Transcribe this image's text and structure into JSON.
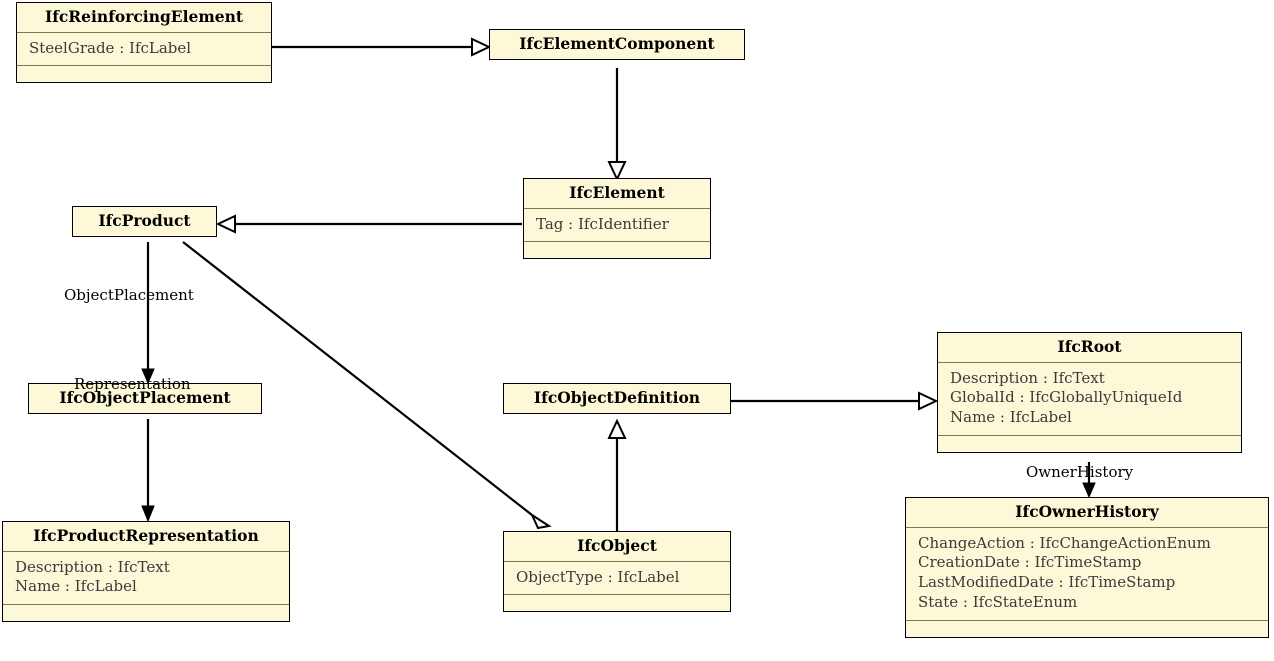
{
  "diagram": {
    "title": "IFC UML Class Diagram",
    "type": "uml-class-diagram",
    "palette": {
      "class_fill": "#fdf9d8",
      "class_border": "#000000",
      "compartment_divider": "#7d7a50",
      "edge_stroke": "#000000",
      "background": "#ffffff",
      "attribute_text": "#3a3a3a"
    }
  },
  "classes": [
    {
      "id": "IfcReinforcingElement",
      "name": "IfcReinforcingElement",
      "attributes": [
        "SteelGrade : IfcLabel"
      ],
      "operations": [],
      "has_ops_compartment": true
    },
    {
      "id": "IfcElementComponent",
      "name": "IfcElementComponent",
      "attributes": [],
      "operations": [],
      "has_ops_compartment": false
    },
    {
      "id": "IfcElement",
      "name": "IfcElement",
      "attributes": [
        "Tag : IfcIdentifier"
      ],
      "operations": [],
      "has_ops_compartment": true
    },
    {
      "id": "IfcProduct",
      "name": "IfcProduct",
      "attributes": [],
      "operations": [],
      "has_ops_compartment": false
    },
    {
      "id": "IfcObjectPlacement",
      "name": "IfcObjectPlacement",
      "attributes": [],
      "operations": [],
      "has_ops_compartment": false
    },
    {
      "id": "IfcProductRepresentation",
      "name": "IfcProductRepresentation",
      "attributes": [
        "Description : IfcText",
        "Name : IfcLabel"
      ],
      "operations": [],
      "has_ops_compartment": true
    },
    {
      "id": "IfcObjectDefinition",
      "name": "IfcObjectDefinition",
      "attributes": [],
      "operations": [],
      "has_ops_compartment": false
    },
    {
      "id": "IfcObject",
      "name": "IfcObject",
      "attributes": [
        "ObjectType : IfcLabel"
      ],
      "operations": [],
      "has_ops_compartment": true
    },
    {
      "id": "IfcRoot",
      "name": "IfcRoot",
      "attributes": [
        "Description : IfcText",
        "GlobalId : IfcGloballyUniqueId",
        "Name : IfcLabel"
      ],
      "operations": [],
      "has_ops_compartment": true
    },
    {
      "id": "IfcOwnerHistory",
      "name": "IfcOwnerHistory",
      "attributes": [
        "ChangeAction : IfcChangeActionEnum",
        "CreationDate : IfcTimeStamp",
        "LastModifiedDate : IfcTimeStamp",
        "State : IfcStateEnum"
      ],
      "operations": [],
      "has_ops_compartment": true
    }
  ],
  "relationships": [
    {
      "from": "IfcReinforcingElement",
      "to": "IfcElementComponent",
      "kind": "generalization",
      "label": ""
    },
    {
      "from": "IfcElementComponent",
      "to": "IfcElement",
      "kind": "generalization",
      "label": ""
    },
    {
      "from": "IfcElement",
      "to": "IfcProduct",
      "kind": "generalization",
      "label": ""
    },
    {
      "from": "IfcProduct",
      "to": "IfcObject",
      "kind": "generalization",
      "label": ""
    },
    {
      "from": "IfcObjectDefinition",
      "to": "IfcRoot",
      "kind": "generalization",
      "label": ""
    },
    {
      "from": "IfcObject",
      "to": "IfcObjectDefinition",
      "kind": "generalization",
      "label": ""
    },
    {
      "from": "IfcProduct",
      "to": "IfcObjectPlacement",
      "kind": "association",
      "label": "ObjectPlacement"
    },
    {
      "from": "IfcObjectPlacement",
      "to": "IfcProductRepresentation",
      "kind": "association",
      "label": "Representation"
    },
    {
      "from": "IfcRoot",
      "to": "IfcOwnerHistory",
      "kind": "association",
      "label": "OwnerHistory"
    }
  ],
  "edge_labels": {
    "object_placement": "ObjectPlacement",
    "representation": "Representation",
    "owner_history": "OwnerHistory"
  }
}
